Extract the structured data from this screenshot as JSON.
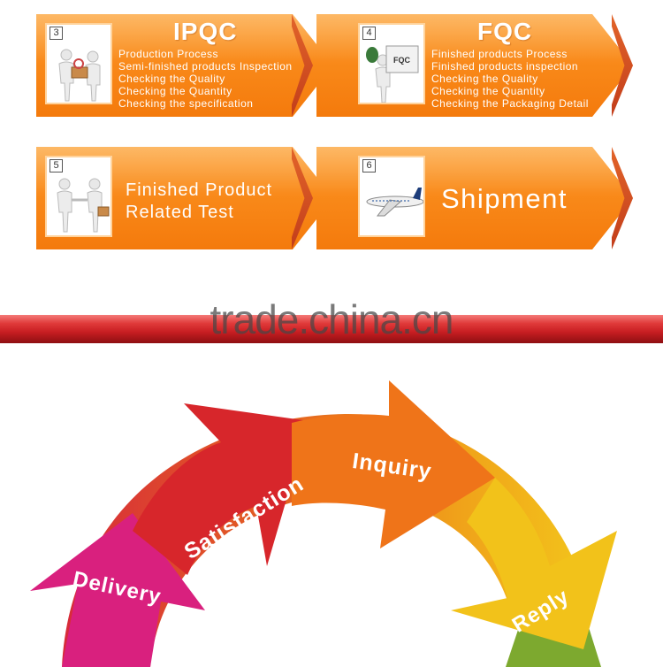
{
  "steps": [
    {
      "number": "3",
      "title": "IPQC",
      "lines": [
        "Production Process",
        "Semi-finished products Inspection",
        "Checking the Quality",
        "Checking the Quantity",
        "Checking the specification"
      ]
    },
    {
      "number": "4",
      "title": "FQC",
      "badge": "FQC",
      "lines": [
        "Finished products Process",
        "Finished products inspection",
        "Checking the Quality",
        "Checking the Quantity",
        "Checking the Packaging Detail"
      ]
    },
    {
      "number": "5",
      "lines": [
        "Finished Product",
        "Related Test"
      ]
    },
    {
      "number": "6",
      "label": "Shipment"
    }
  ],
  "banner": {
    "watermark": "trade.china.cn"
  },
  "cycle": {
    "labels": [
      "Delivery",
      "Satisfaction",
      "Inquiry",
      "Reply"
    ],
    "colors": {
      "delivery": "#d9207e",
      "satisfaction": "#d7262b",
      "inquiry": "#ef7419",
      "reply": "#f2c21a",
      "green_tail": "#7da92f"
    }
  }
}
